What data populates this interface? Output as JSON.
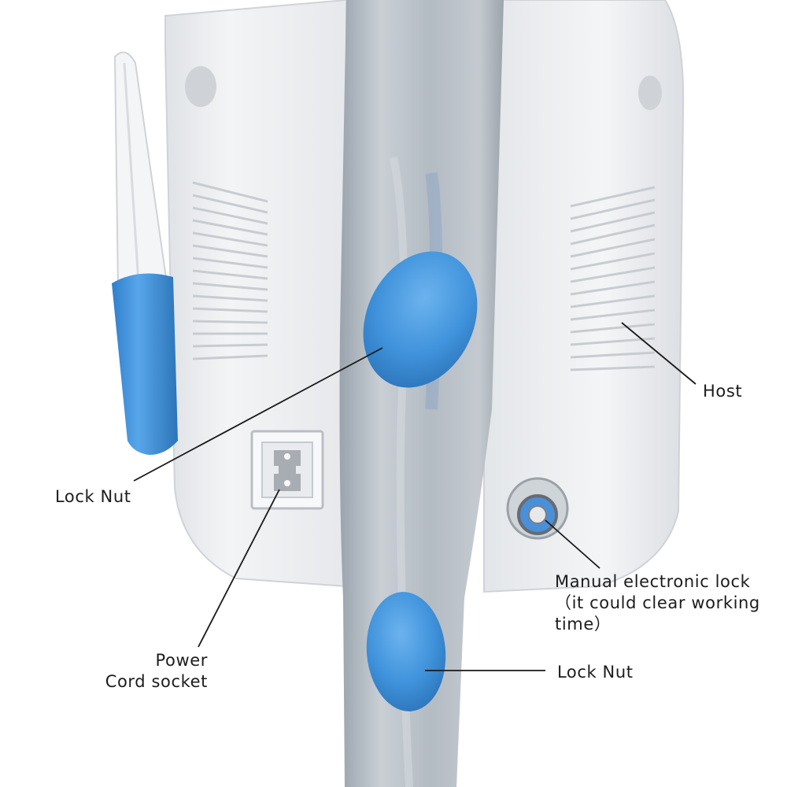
{
  "labels": {
    "host": "Host",
    "lock_nut_left": "Lock Nut",
    "power_line1": "Power",
    "power_line2": "Cord socket",
    "manual_line1": "Manual electronic lock",
    "manual_line2": "（it could clear working",
    "manual_line3": "time）",
    "lock_nut_right": "Lock Nut"
  },
  "colors": {
    "background": "#ffffff",
    "housing": "#eef0f2",
    "pole": "#b4bcc4",
    "accent_blue": "#3f92db",
    "text": "#1c1c1c",
    "leader_line": "#1a1a1a"
  }
}
